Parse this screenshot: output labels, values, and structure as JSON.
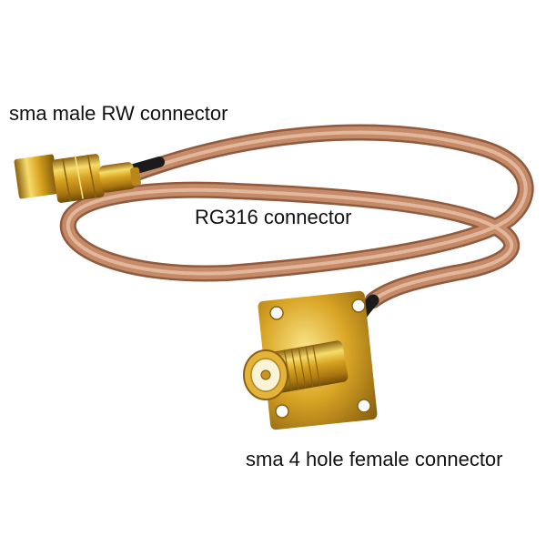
{
  "labels": {
    "male_connector": "sma male RW connector",
    "cable": "RG316 connector",
    "female_connector": "sma 4 hole female connector"
  },
  "colors": {
    "background": "#ffffff",
    "cable": "#c58a68",
    "cable_highlight": "#e9c2a8",
    "cable_shadow": "#8f5a3d",
    "gold": "#d6a21f",
    "gold_light": "#f7dc6a",
    "gold_dark": "#8a6110",
    "black_sleeve": "#1b1b1b",
    "text": "#111111"
  }
}
